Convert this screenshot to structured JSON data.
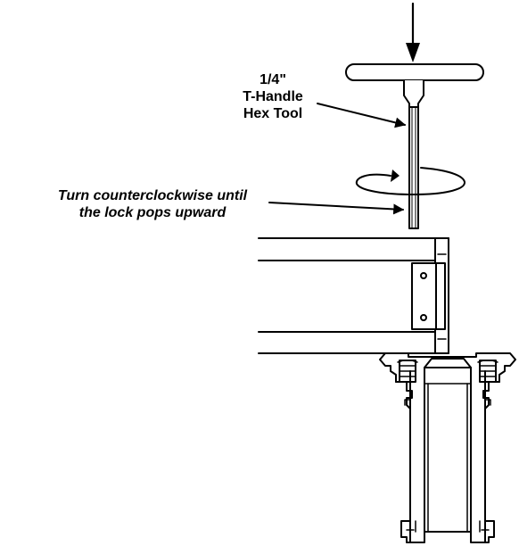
{
  "callouts": {
    "tool": {
      "line1": "1/4\"",
      "line2": "T-Handle",
      "line3": "Hex Tool"
    },
    "instruction": {
      "line1": "Turn counterclockwise until",
      "line2": "the lock pops upward"
    }
  },
  "colors": {
    "stroke": "#000000",
    "background": "#ffffff"
  }
}
